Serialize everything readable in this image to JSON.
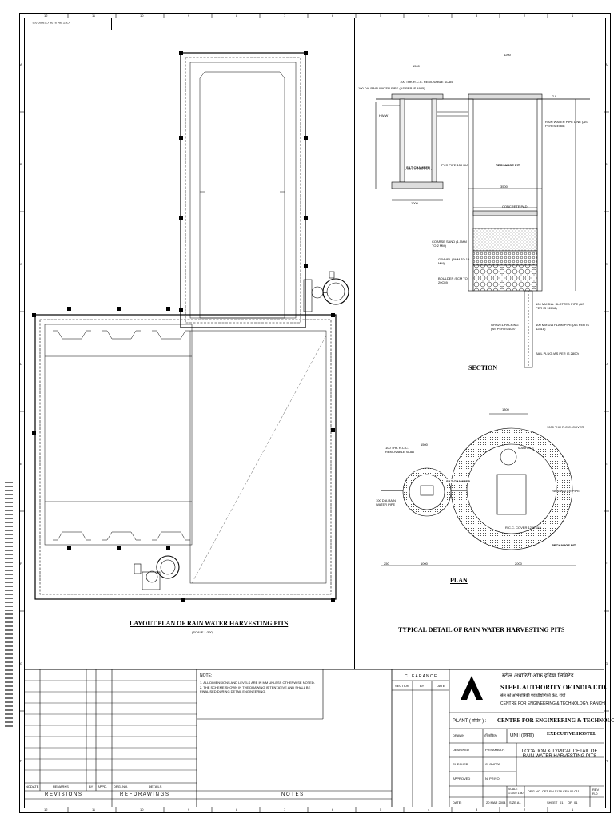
{
  "drawing_no_box": "CET RN 5138 CE9 00 011",
  "border": {
    "top_numbers": [
      "12",
      "11",
      "10",
      "9",
      "8",
      "7",
      "6",
      "5",
      "4",
      "3",
      "2",
      "1"
    ],
    "side_letters": [
      "A",
      "B",
      "C",
      "D",
      "E",
      "F",
      "G",
      "H"
    ]
  },
  "layout": {
    "title": "LAYOUT PLAN OF RAIN WATER HARVESTING PITS",
    "scale": "(SCALE 1:300)"
  },
  "detail": {
    "title": "TYPICAL DETAIL OF RAIN WATER HARVESTING PITS",
    "section_title": "SECTION",
    "plan_title": "PLAN",
    "section_labels": {
      "gl": "G.L",
      "rcc_slab": "100 THK R.C.C. REMOVABLE SLAB",
      "pipe_in": "100 DIA RAIN WATER PIPE (AS PER IS 4985)",
      "hw": "HW.W",
      "silt_chamber": "SILT CHAMBER",
      "recharge_pit": "RECHARGE PIT",
      "pipe_out": "RAIN WATER PIPE LINE (AS PER IS 4985)",
      "pvc_pipe": "PVC PIPE 150 DIA",
      "concrete_pad": "CONCRETE PAD",
      "coarse_sand": "COARSE SAND (1.5MM TO 2 MM)",
      "gravel": "GRAVEL (5MM TO 10 MM)",
      "boulder": "BOULDER (5CM TO 20CM)",
      "slotted_pipe": "100 MM DIA. SLOTTED PIPE (AS PER IS 12818)",
      "gravel_packing": "GRAVEL PACKING (AS PER IS 4097)",
      "plain_pipe": "100 MM DIA PLAIN PIPE (AS PER IS 12818)",
      "bail_plug": "BAIL PLUG (AS PER IS 2800)",
      "dim_1200": "1200",
      "dim_1500": "1500",
      "dim_1000": "1000",
      "dim_3500": "3500"
    },
    "plan_labels": {
      "rcc_slab": "100 THK R.C.C. REMOVABLE SLAB",
      "pipe_in": "100 DIA RAIN WATER PIPE",
      "silt_chamber": "SILT CHAMBER",
      "manhole": "MANHOLE",
      "rcc_cover": "1000 THK R.C.C. COVER",
      "rain_pipe": "RAIN WATER PIPE",
      "cover_note": "R.C.C. COVER 1200 DIA",
      "recharge_pit": "RECHARGE PIT",
      "dim_1300": "1300",
      "dim_1500": "1500",
      "dim_250": "250",
      "dim_1000": "1000",
      "dim_2000": "2000"
    }
  },
  "notes": {
    "heading": "NOTE:",
    "items": [
      "1. ALL DIMENSIONS AND LEVELS ARE IN MM UNLESS OTHERWISE NOTED.",
      "2. THE SCHEME SHOWN IN THE DRAWING IS TENTATIVE AND SHALL BE FINALISED DURING DETAIL ENGINEERING."
    ]
  },
  "revisions": {
    "header": [
      "NO.",
      "DATE",
      "REMARKS",
      "BY",
      "APPD.",
      "DRG. NO.",
      "DETAILS"
    ],
    "footer": [
      "R E V I S I O N S",
      "R E F   D R A W I N G S",
      "N O T E S"
    ]
  },
  "clearance": {
    "title": "C L E A R A N C E",
    "cols": [
      "SECTION",
      "BY",
      "DATE"
    ]
  },
  "company": {
    "hindi_name": "स्टील अथॉरिटी ऑफ इंडिया लिमिटेड",
    "name": "STEEL AUTHORITY OF INDIA LTD.",
    "hindi_centre": "सेल को अभियांत्रिकी एवं प्रौद्योगिकी केंद्र, रांची",
    "centre": "CENTRE FOR ENGINEERING & TECHNOLOGY, RANCHI"
  },
  "title_block": {
    "plant_label": "PLANT ( संयंत्र ) :",
    "plant_value": "CENTRE FOR ENGINEERING & TECHNOLOGY",
    "drawn_label": "DRAWN",
    "drawn_hindi": "(चित्रांकित)",
    "unit_label": "UNIT(इकाई) :",
    "unit_value": "EXECUTIVE HOSTEL",
    "designed_label": "DESIGNED",
    "designed_value": "PRIYAMBA P.",
    "checked_label": "CHECKED",
    "checked_value": "C. GUPTA",
    "approved_label": "APPROVED",
    "approved_value": "N. PRIYO",
    "drawing_title": "LOCATION & TYPICAL DETAIL OF RAIN WATER HARVESTING PITS",
    "scale_label": "SCALE",
    "scale_value": "1:300 / 1:50",
    "drg_no_label": "DRG.NO.",
    "drg_no_value": "CET RN 5138 CE9 00 011",
    "rev_label": "REV",
    "rev_value": "R-0",
    "date_label": "DATE:",
    "date_value": "20 MAR 2004",
    "size_label": "SIZE A1",
    "sheet_label": "SHEET",
    "sheet_value": "01",
    "of_label": "OF",
    "of_value": "01"
  }
}
